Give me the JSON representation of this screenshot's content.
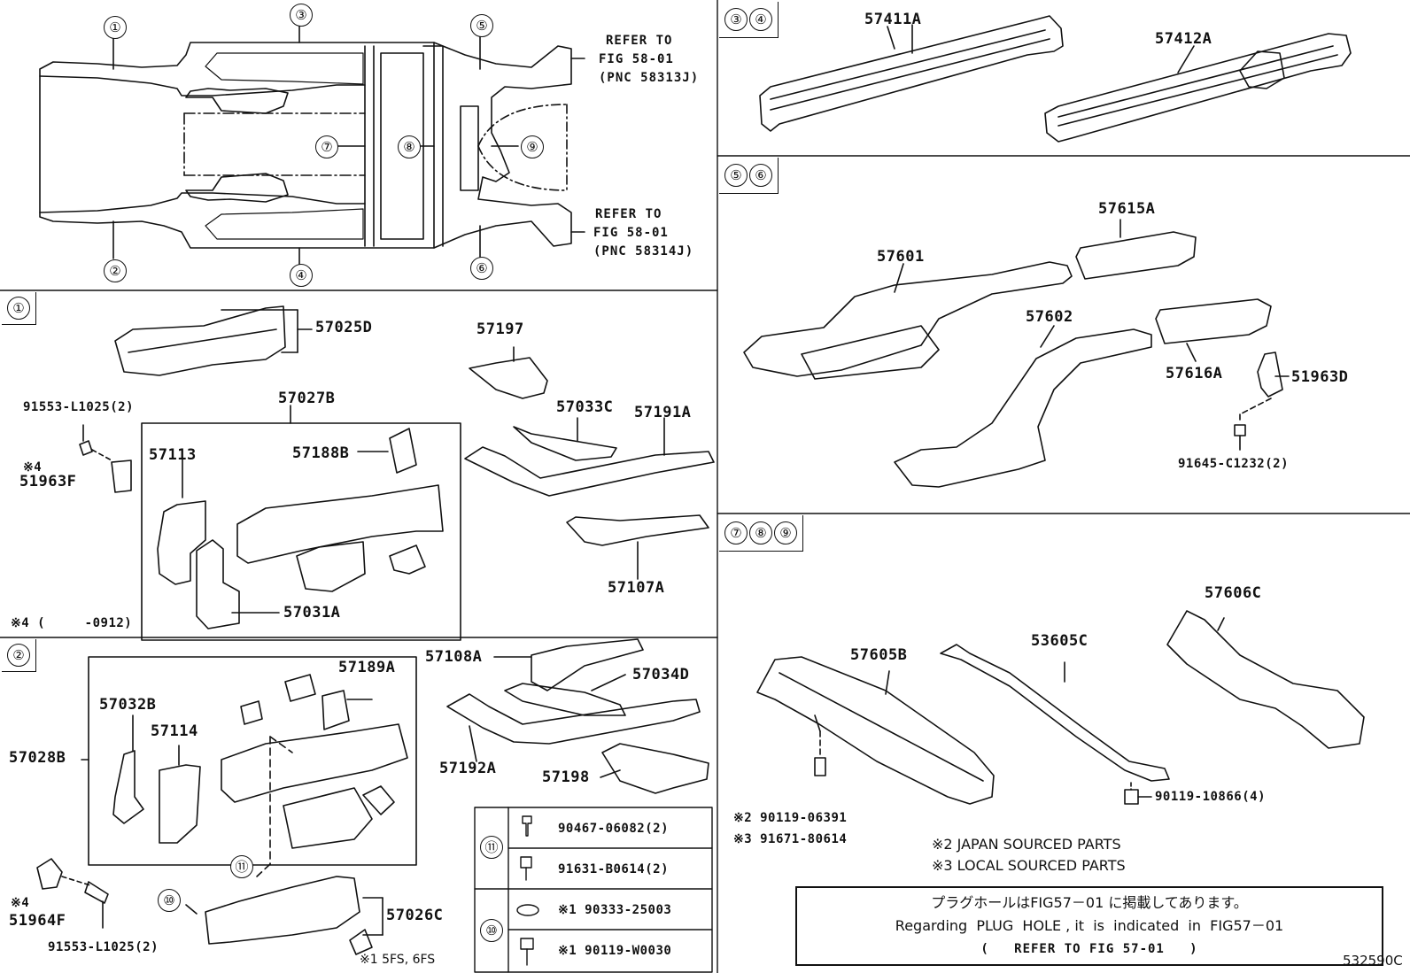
{
  "top_view": {
    "callouts": [
      "①",
      "②",
      "③",
      "④",
      "⑤",
      "⑥",
      "⑦",
      "⑧",
      "⑨"
    ],
    "refer_upper": [
      "REFER TO",
      "FIG 58-01",
      "(PNC 58313J)"
    ],
    "refer_lower": [
      "REFER TO",
      "FIG 58-01",
      "(PNC 58314J)"
    ]
  },
  "panel_34": {
    "tag": [
      "③",
      "④"
    ],
    "labels": [
      "57411A",
      "57412A"
    ]
  },
  "panel_56": {
    "tag": [
      "⑤",
      "⑥"
    ],
    "labels": [
      "57615A",
      "57601",
      "57602",
      "57616A",
      "51963D",
      "91645-C1232(2)"
    ]
  },
  "panel_789": {
    "tag": [
      "⑦",
      "⑧",
      "⑨"
    ],
    "labels": [
      "57606C",
      "57605B",
      "53605C",
      "90119-10866(4)",
      "※2 90119-06391",
      "※3 91671-80614"
    ],
    "notes": [
      "※2 JAPAN SOURCED PARTS",
      "※3 LOCAL SOURCED PARTS"
    ]
  },
  "panel_1": {
    "tag": "①",
    "labels": [
      "57025D",
      "91553-L1025(2)",
      "※4",
      "51963F",
      "57027B",
      "57113",
      "57188B",
      "57031A",
      "57197",
      "57033C",
      "57191A",
      "57107A"
    ],
    "footnote": "※4 (     -0912)"
  },
  "panel_2": {
    "tag": "②",
    "labels": [
      "57108A",
      "57034D",
      "57032B",
      "57189A",
      "57114",
      "57028B",
      "57192A",
      "57198",
      "※4",
      "51964F",
      "91553-L1025(2)",
      "57026C",
      "※1 5FS, 6FS"
    ]
  },
  "hardware_table": {
    "group_11": "⑪",
    "group_10": "⑩",
    "rows": [
      "90467-06082(2)",
      "91631-B0614(2)",
      "※1 90333-25003",
      "※1 90119-W0030"
    ]
  },
  "plug_note": {
    "jp": "プラグホールはFIG57－01 に掲載してあります。",
    "en": "Regarding  PLUG  HOLE , it  is  indicated  in  FIG57－01",
    "ref": "(   REFER TO FIG 57-01   )"
  },
  "diagram_code": "532590C"
}
